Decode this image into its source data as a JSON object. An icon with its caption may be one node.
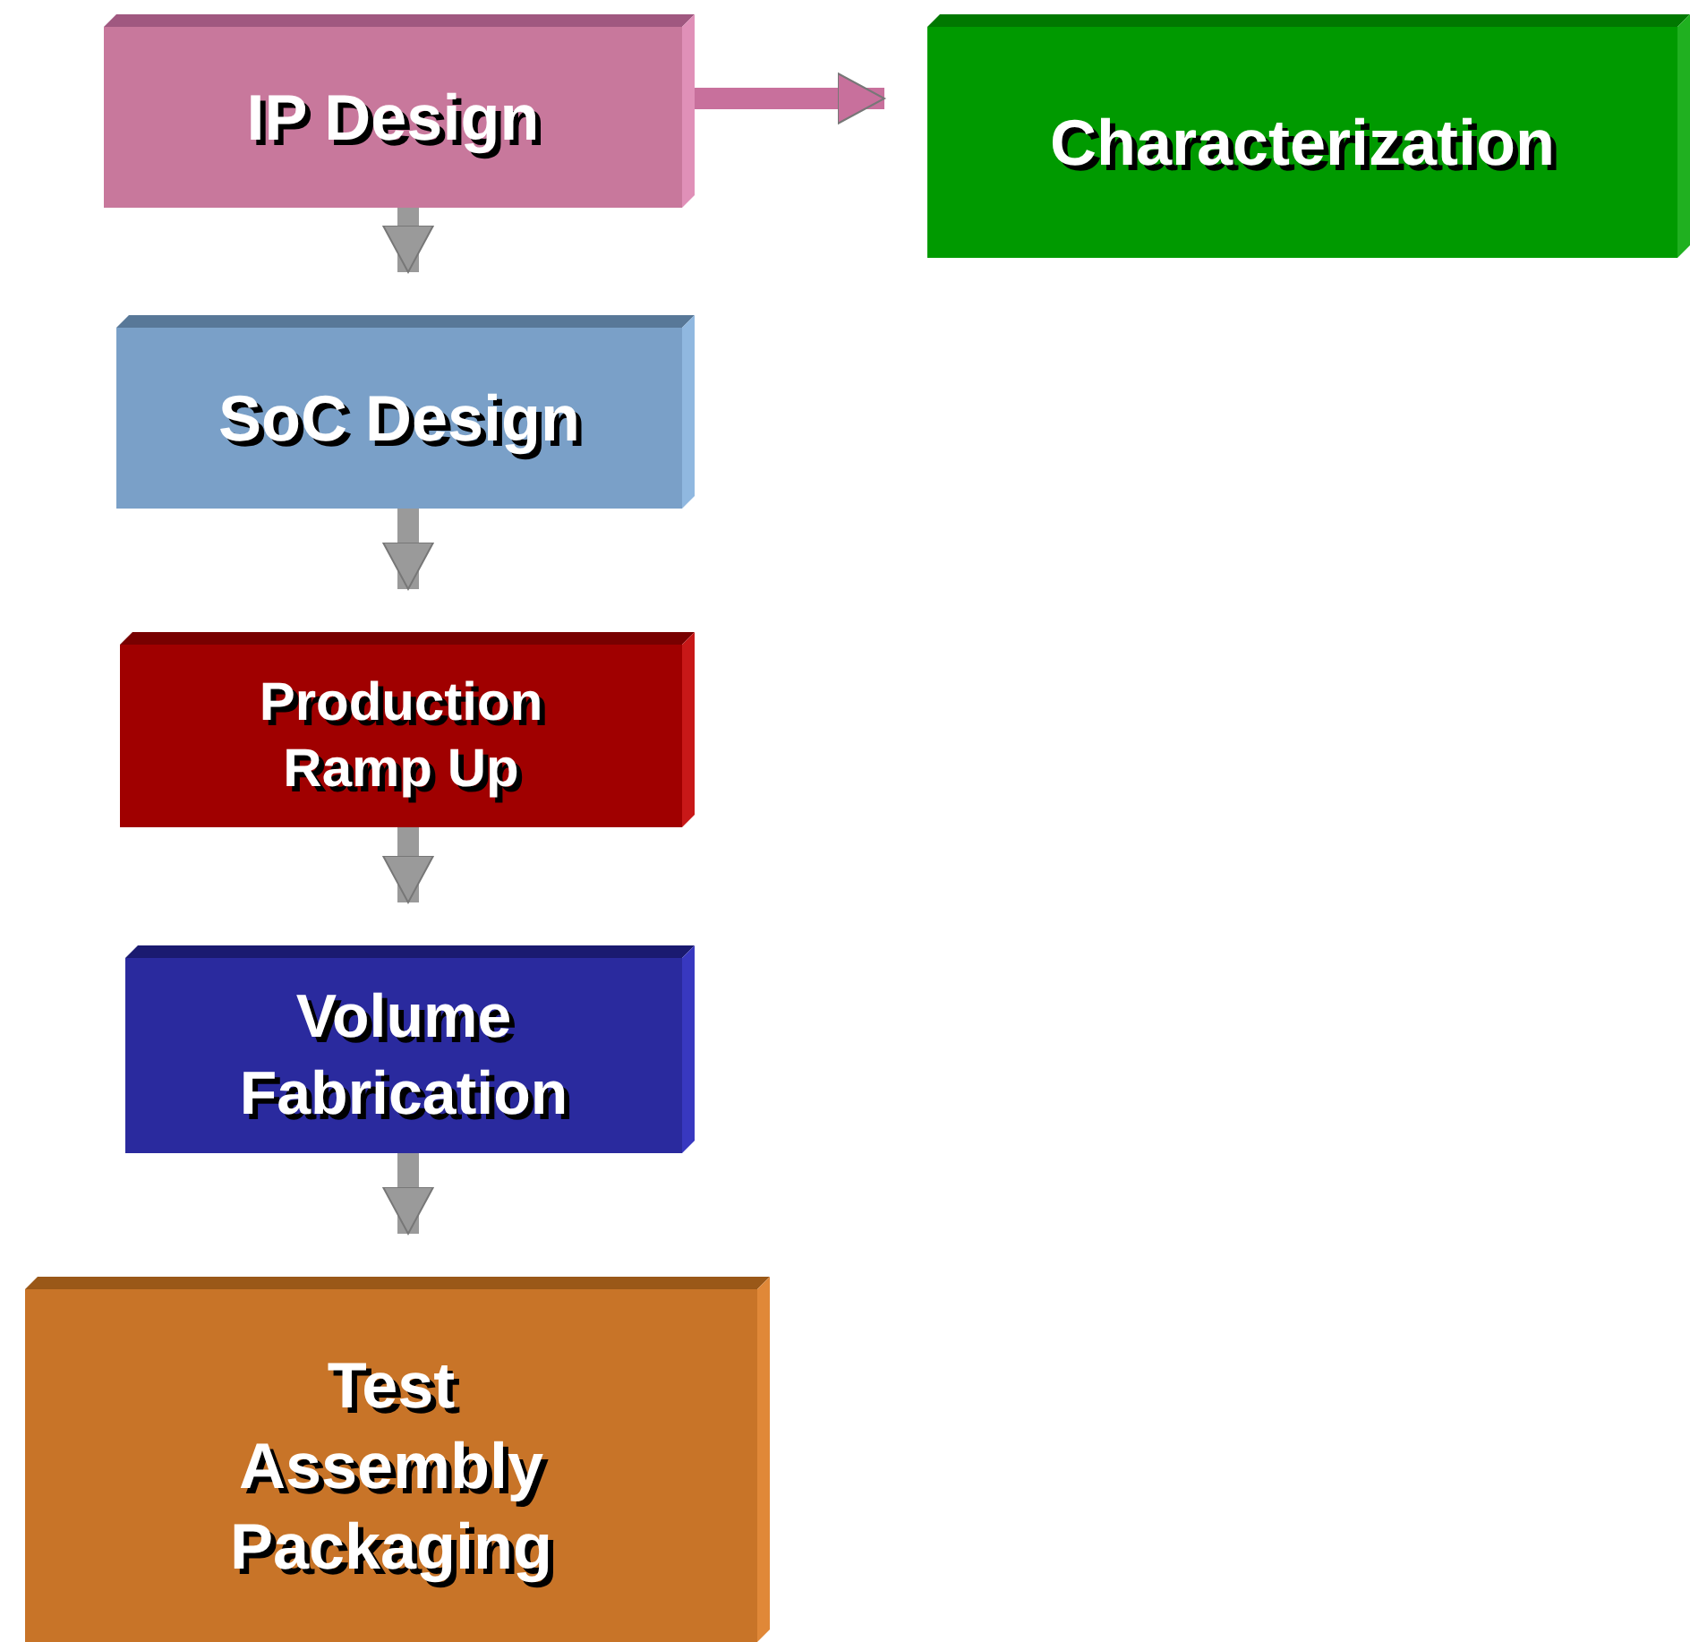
{
  "diagram": {
    "nodes": [
      {
        "text": [
          "IP Design"
        ]
      },
      {
        "text": [
          "Characterization"
        ]
      },
      {
        "text": [
          "SoC Design"
        ]
      },
      {
        "text": [
          "Production Ramp Up"
        ]
      },
      {
        "text": [
          "Volume Fabrication"
        ]
      },
      {
        "text": [
          "Test Assembly Packaging"
        ]
      }
    ],
    "edges": [
      {
        "from": 0,
        "to": 1,
        "arrow": "to",
        "color": "#c8709c"
      },
      {
        "from": 0,
        "to": 2,
        "arrow": "to"
      },
      {
        "from": 2,
        "to": 3,
        "arrow": "to"
      },
      {
        "from": 3,
        "to": 4,
        "arrow": "to"
      },
      {
        "from": 4,
        "to": 5,
        "arrow": "to"
      }
    ]
  }
}
